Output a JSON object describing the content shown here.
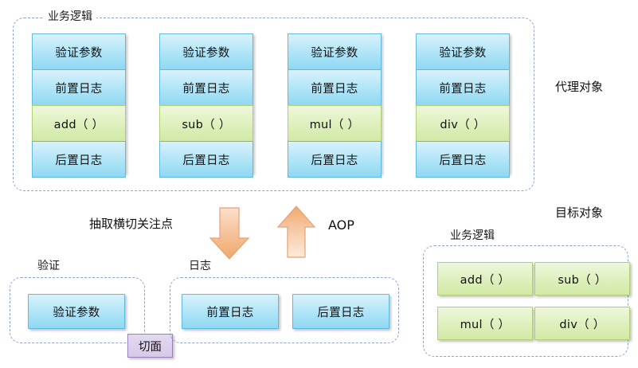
{
  "diagram": {
    "title_proxy": "代理对象",
    "title_target": "目标对象",
    "group_business_logic_top": "业务逻辑",
    "group_business_logic_bottom": "业务逻辑",
    "group_validation": "验证",
    "group_log": "日志",
    "aspect_chip": "切面",
    "arrow_down_label": "抽取横切关注点",
    "arrow_up_label": "AOP",
    "advice": {
      "validate_params": "验证参数",
      "before_log": "前置日志",
      "after_log": "后置日志"
    },
    "proxy_columns": [
      {
        "rows": [
          {
            "text": "验证参数",
            "kind": "blue"
          },
          {
            "text": "前置日志",
            "kind": "blue"
          },
          {
            "text": "add（ ）",
            "kind": "green"
          },
          {
            "text": "后置日志",
            "kind": "blue"
          }
        ]
      },
      {
        "rows": [
          {
            "text": "验证参数",
            "kind": "blue"
          },
          {
            "text": "前置日志",
            "kind": "blue"
          },
          {
            "text": "sub（ ）",
            "kind": "green"
          },
          {
            "text": "后置日志",
            "kind": "blue"
          }
        ]
      },
      {
        "rows": [
          {
            "text": "验证参数",
            "kind": "blue"
          },
          {
            "text": "前置日志",
            "kind": "blue"
          },
          {
            "text": "mul（ ）",
            "kind": "green"
          },
          {
            "text": "后置日志",
            "kind": "blue"
          }
        ]
      },
      {
        "rows": [
          {
            "text": "验证参数",
            "kind": "blue"
          },
          {
            "text": "前置日志",
            "kind": "blue"
          },
          {
            "text": "div（ ）",
            "kind": "green"
          },
          {
            "text": "后置日志",
            "kind": "blue"
          }
        ]
      }
    ],
    "target_methods": [
      "add（ ）",
      "sub（ ）",
      "mul（ ）",
      "div（ ）"
    ],
    "colors": {
      "blue_fill": "#aee4f7",
      "blue_border": "#61b9dd",
      "green_fill": "#dcefb9",
      "green_border": "#b0cf77",
      "arrow_fill": "#f4b183",
      "aspect_fill": "#d6cae8",
      "aspect_border": "#9b82bd",
      "dashed_border": "#8fa3c8",
      "background": "#ffffff"
    }
  }
}
